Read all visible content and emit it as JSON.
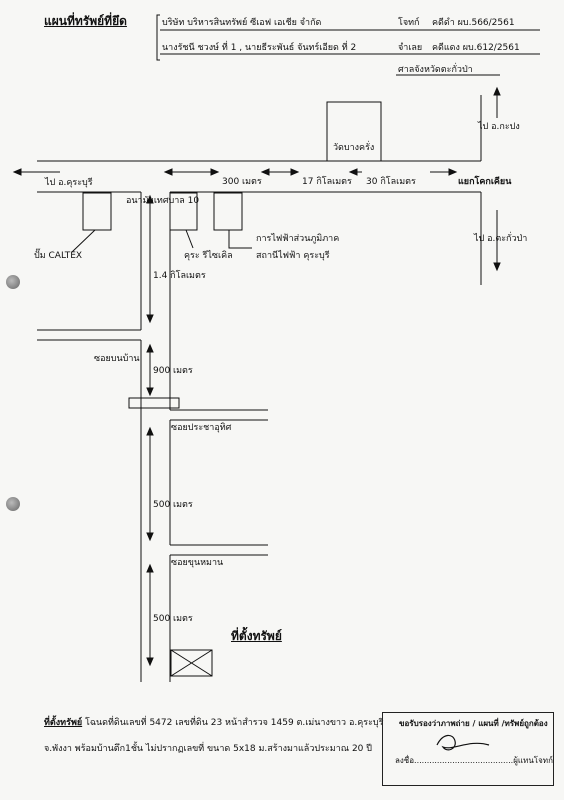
{
  "header": {
    "title": "แผนที่ทรัพย์ที่ยึด",
    "company": "บริษัท  บริหารสินทรัพย์ ซีเอฟ เอเชีย  จำกัด",
    "plaintiff_label": "โจทก์",
    "plaintiff_case": "คดีดำ ผบ.566/2561",
    "defendant": "นางรัชนี   ชวงษ์ ที่ 1 , นายธีระพันธ์   จันทร์เอียด ที่ 2",
    "defendant_label": "จำเลย",
    "defendant_case": "คดีแดง ผบ.612/2561",
    "court": "ศาลจังหวัดตะกั่วป่า"
  },
  "map": {
    "temple": "วัดบางครั่ง",
    "to_kapong": "ไป อ.กะปง",
    "to_kuraburi": "ไป อ.คุระบุรี",
    "dist_300": "300 เมตร",
    "dist_17km": "17 กิโลเมตร",
    "dist_30km": "30 กิโลเมตร",
    "junction": "แยกโคกเคียน",
    "school": "อนามัยเทศบาล 10",
    "to_takuapa": "ไป อ.ตะกั่วป่า",
    "gas_station": "ปั๊ม CALTEX",
    "recycle": "คุระ รีไซเคิล",
    "electric_line1": "การไฟฟ้าส่วนภูมิภาค",
    "electric_line2": "สถานีไฟฟ้า คุระบุรี",
    "dist_1_4km": "1.4 กิโลเมตร",
    "soi_bonban": "ซอยบนบ้าน",
    "dist_900": "900 เมตร",
    "soi_prachautit": "ซอยประชาอุทิศ",
    "dist_500a": "500 เมตร",
    "soi_khunhaman": "ซอยขุนหมาน",
    "dist_500b": "500 เมตร",
    "property_label": "ที่ตั้งทรัพย์"
  },
  "footer": {
    "location_label": "ที่ตั้งทรัพย์",
    "location_line1": " โฉนดที่ดินเลขที่ 5472 เลขที่ดิน 23 หน้าสำรวจ 1459 ต.เม่นางขาว อ.คุระบุรี",
    "location_line2": "จ.พังงา พร้อมบ้านตึก1ชั้น ไม่ปรากฏเลขที่ ขนาด 5x18 ม.สร้างมาแล้วประมาณ 20 ปี",
    "certify": "ขอรับรองว่าภาพถ่าย / แผนที่ /ทรัพย์ถูกต้อง",
    "sign_prefix": "ลงชื่อ.......................................",
    "sign_suffix": "ผู้แทนโจทก์"
  }
}
